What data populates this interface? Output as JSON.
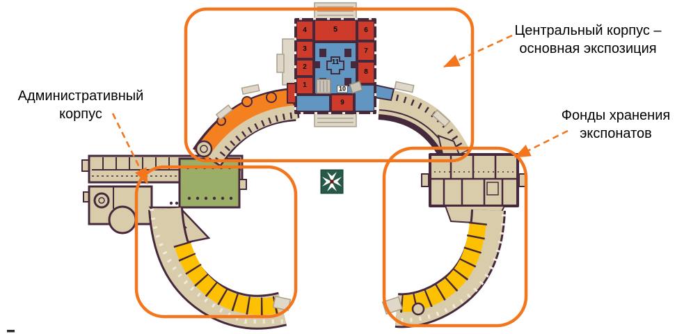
{
  "annotations": {
    "central_label": {
      "line1": "Центральный корпус –",
      "line2": "основная экспозиция"
    },
    "admin_label": {
      "line1": "Административный",
      "line2": "корпус"
    },
    "storage_label": {
      "line1": "Фонды хранения",
      "line2": "экспонатов"
    }
  },
  "plan": {
    "room_numbers": [
      "1",
      "2",
      "3",
      "4",
      "5",
      "6",
      "7",
      "8",
      "9",
      "10",
      "11"
    ],
    "colors": {
      "highlight_accent": "#F3751C",
      "exposition_red": "#CE3B2A",
      "central_hall_blue": "#6296C2",
      "gallery_orange": "#F58020",
      "storage_yellow": "#FEC101",
      "hall_green": "#9AAE68",
      "building_beige": "#D8CCAB",
      "wall_dark": "#46283C",
      "porch_light": "#DFD8C9",
      "compass_green": "#27594A"
    }
  }
}
